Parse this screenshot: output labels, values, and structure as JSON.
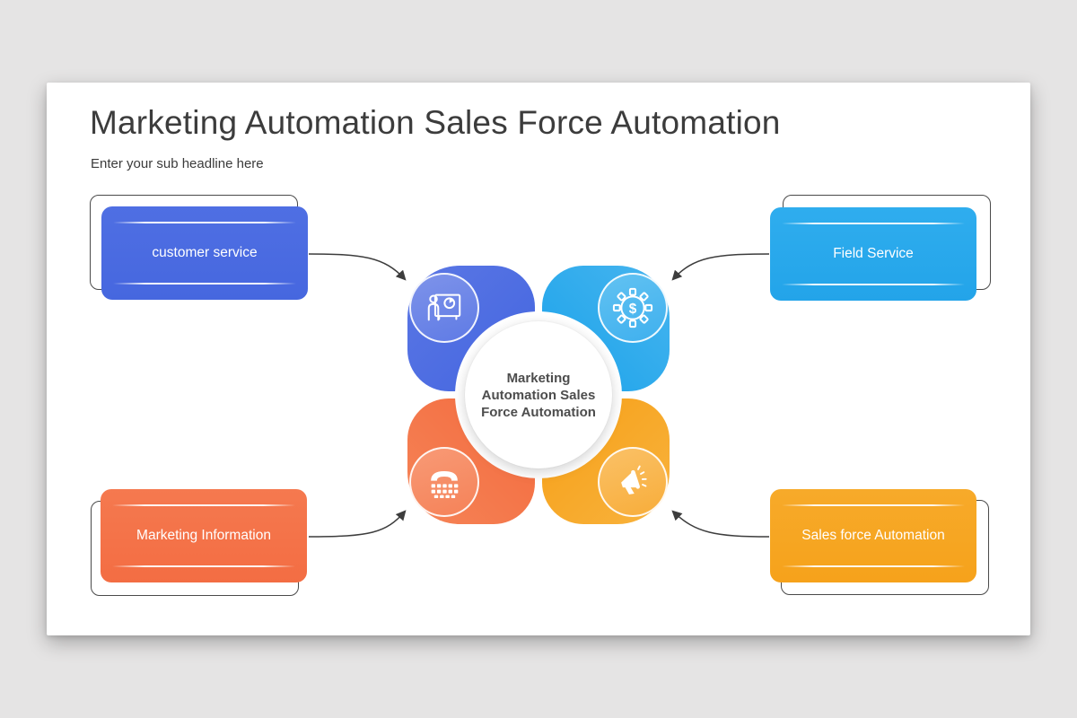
{
  "window": {
    "background_color": "#e5e4e4",
    "slide_background_color": "#ffffff"
  },
  "header": {
    "title": "Marketing Automation Sales Force Automation",
    "subtitle": "Enter your sub headline here"
  },
  "center": {
    "line1": "Marketing",
    "line2": "Automation Sales",
    "line3": "Force Automation"
  },
  "nodes": [
    {
      "label": "customer service",
      "color": "#4a6be0",
      "icon": "presentation-icon",
      "position": "top-left"
    },
    {
      "label": "Field Service",
      "color": "#29a9ec",
      "icon": "gear-dollar-icon",
      "position": "top-right"
    },
    {
      "label": "Marketing Information",
      "color": "#f4734a",
      "icon": "fax-phone-icon",
      "position": "bottom-left"
    },
    {
      "label": "Sales force Automation",
      "color": "#f7a723",
      "icon": "megaphone-icon",
      "position": "bottom-right"
    }
  ],
  "icons": {
    "gear_dollar_symbol": "$"
  },
  "connectors": {
    "color": "#3d3d3d",
    "count": 4
  }
}
